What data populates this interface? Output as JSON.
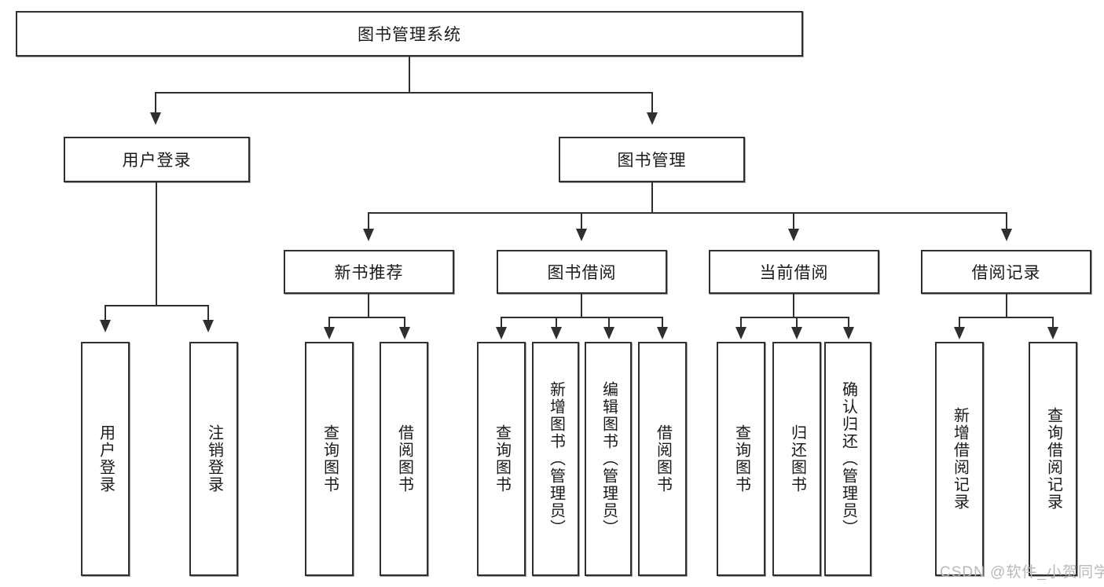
{
  "diagram": {
    "title": "图书管理系统",
    "type": "tree-hierarchy-diagram",
    "watermark": "CSDN @软件_小贺同学",
    "colors": {
      "stroke": "#2f2f2f",
      "fill": "#ffffff",
      "watermark": "#b9b9b9"
    },
    "levels": {
      "root": {
        "label": "图书管理系统"
      },
      "level2": [
        {
          "label": "用户登录"
        },
        {
          "label": "图书管理"
        }
      ],
      "level3": [
        {
          "label": "新书推荐"
        },
        {
          "label": "图书借阅"
        },
        {
          "label": "当前借阅"
        },
        {
          "label": "借阅记录"
        }
      ],
      "level4": {
        "user_login": [
          {
            "label": "用户登录"
          },
          {
            "label": "注销登录"
          }
        ],
        "new_book_recommend": [
          {
            "label": "查询图书"
          },
          {
            "label": "借阅图书"
          }
        ],
        "book_borrow": [
          {
            "label": "查询图书"
          },
          {
            "label": "新增图书（管理员）"
          },
          {
            "label": "编辑图书（管理员）"
          },
          {
            "label": "借阅图书"
          }
        ],
        "current_borrow": [
          {
            "label": "查询图书"
          },
          {
            "label": "归还图书"
          },
          {
            "label": "确认归还（管理员）"
          }
        ],
        "borrow_record": [
          {
            "label": "新增借阅记录"
          },
          {
            "label": "查询借阅记录"
          }
        ]
      }
    }
  }
}
